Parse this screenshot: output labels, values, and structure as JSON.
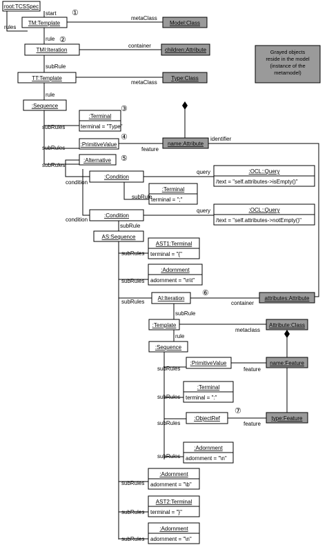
{
  "objects": {
    "root": "root:TCSSpec",
    "tm": "TM:Template",
    "model_class": "Model:Class",
    "tmi": "TMI:Iteration",
    "children_attr": "children:Attribute",
    "tt": "TT:Template",
    "type_class": "Type:Class",
    "seq1": ":Sequence",
    "terminal1": ":Terminal",
    "terminal1_attr": "terminal = \"Type\"",
    "primval1": ":PrimitiveValue",
    "name_attr": "name:Attribute",
    "alternative": ":Alternative",
    "cond1": ":Condition",
    "ocl1": ":OCL::Query",
    "ocl1_attr": "/text = \"self.attributes->isEmpty()\"",
    "terminal2": ":Terminal",
    "terminal2_attr": "terminal = \";\"",
    "cond2": ":Condition",
    "ocl2": ":OCL::Query",
    "ocl2_attr": "/text = \"self.attributes->notEmpty()\"",
    "as_seq": "AS:Sequence",
    "ast1": "AST1:Terminal",
    "ast1_attr": "terminal = \"{\"",
    "adorn1": ":Adornment",
    "adorn1_attr": "adornment = \"\\n\\t\"",
    "ai": "AI:Iteration",
    "attributes_attr": "attributes:Attribute",
    "template2": ":Template",
    "attribute_class": "Attribute:Class",
    "seq2": ":Sequence",
    "primval2": ":PrimitiveValue",
    "name_feature": "name:Feature",
    "terminal3": ":Terminal",
    "terminal3_attr": "terminal = \":\"",
    "objectref": ":ObjectRef",
    "type_feature": "type:Feature",
    "adorn2": ":Adornment",
    "adorn2_attr": "adornment = \"\\n\"",
    "adorn3": ":Adornment",
    "adorn3_attr": "adornment = \"\\b\"",
    "ast2": "AST2:Terminal",
    "ast2_attr": "terminal = \"}\"",
    "adorn4": ":Adornment",
    "adorn4_attr": "adornment = \"\\n\""
  },
  "edge_labels": {
    "start": "start",
    "rules": "rules",
    "metaclass_cap": "metaClass",
    "metaclass_low": "metaclass",
    "container": "container",
    "rule": "rule",
    "subrule": "subRule",
    "subrules": "subRules",
    "feature": "feature",
    "identifier": "identifier",
    "query": "query",
    "condition": "condition"
  },
  "markers": [
    "①",
    "②",
    "③",
    "④",
    "⑤",
    "⑥",
    "⑦"
  ],
  "note": {
    "line1": "Grayed objects",
    "line2": "reside in the model",
    "line3": "(instance of the",
    "line4": "metamodel)"
  },
  "colors": {
    "grayed_object": "#9a9a9a",
    "line": "#000000"
  }
}
